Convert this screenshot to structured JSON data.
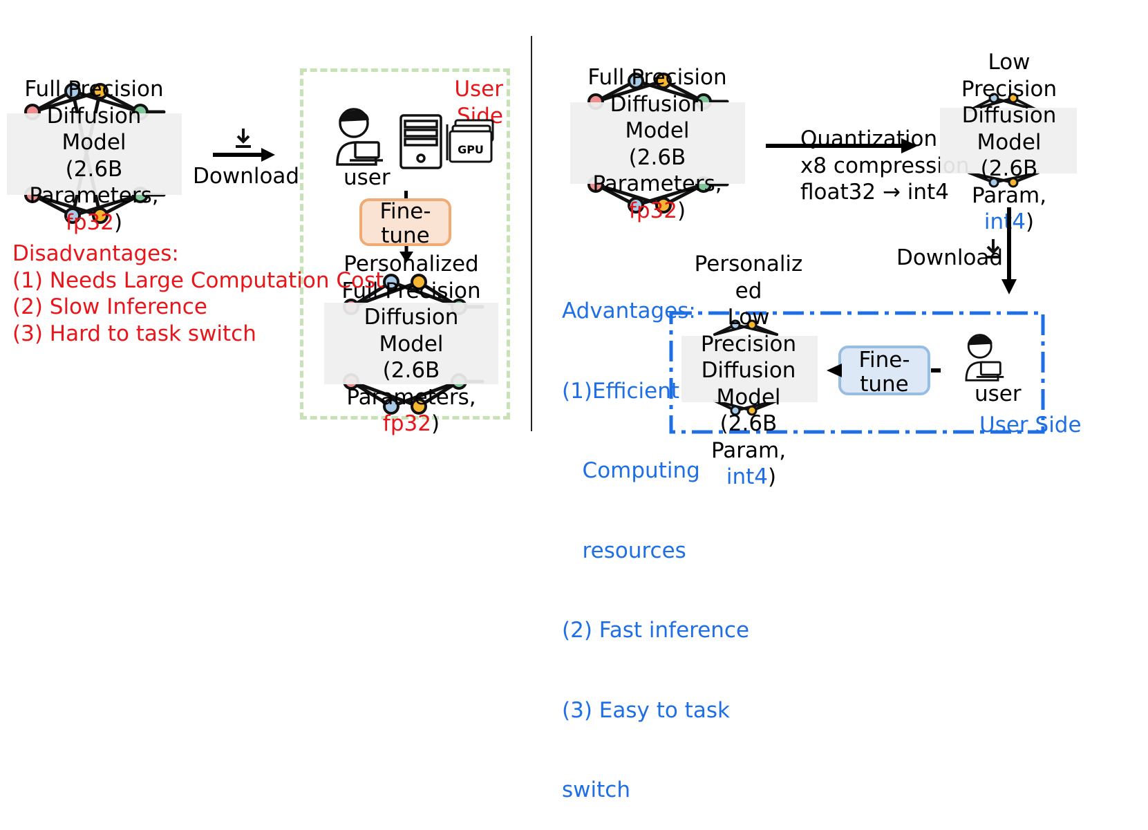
{
  "colors": {
    "red": "#e8161b",
    "blue": "#1e6fe6",
    "green_dash": "#c7e2b5",
    "orange_fill": "#fbe3d3",
    "orange_border": "#f0aa74",
    "blue_fill": "#dde8f6",
    "blue_border": "#98bde2",
    "node_yellow": "#f5b731",
    "node_green": "#7fc79a",
    "node_lightblue": "#a6cbe8",
    "node_red": "#ee8f8f"
  },
  "left": {
    "full_model": {
      "lines": [
        "Full Precision",
        "Diffusion",
        "Model",
        "(2.6B",
        "Parameters,"
      ],
      "last_red": "fp32",
      "last_close": ")"
    },
    "download_label": "Download",
    "user_side_label": [
      "User",
      "Side"
    ],
    "user_label": "user",
    "gpu_label": "GPU",
    "finetune_label": [
      "Fine-",
      "tune"
    ],
    "personalized_model": {
      "lines": [
        "Personalized",
        "Full Precision",
        "Diffusion",
        "Model",
        "(2.6B",
        "Parameters,"
      ],
      "last_red": "fp32",
      "last_close": ")"
    },
    "disadvantages": {
      "title": "Disadvantages:",
      "items": [
        "(1) Needs Large Computation Cost",
        "(2) Slow Inference",
        "(3) Hard to task switch"
      ]
    }
  },
  "right": {
    "full_model": {
      "lines": [
        "Full Precision",
        "Diffusion",
        "Model",
        "(2.6B",
        "Parameters,"
      ],
      "last_red": "fp32",
      "last_close": ")"
    },
    "quantization": {
      "title": "Quantization",
      "line2": "x8 compression",
      "line3": "float32 → int4"
    },
    "low_model": {
      "lines": [
        "Low",
        "Precision",
        "Diffusion",
        "Model",
        "(2.6B",
        "Param,"
      ],
      "last_blue": "int4",
      "last_close": ")"
    },
    "download_label": "Download",
    "advantages": {
      "title": "Advantages:",
      "items": [
        "(1)Efficient",
        "   Computing",
        "   resources",
        "(2) Fast inference",
        "(3) Easy to task",
        "switch"
      ]
    },
    "personalized_low_model": {
      "lines": [
        "Personaliz",
        "ed",
        "Low",
        "Precision",
        "Diffusion",
        "Model",
        "(2.6B",
        "Param,"
      ],
      "last_blue": "int4",
      "last_close": ")"
    },
    "finetune_label": [
      "Fine-",
      "tune"
    ],
    "user_label": "user",
    "user_side_label": "User Side"
  }
}
